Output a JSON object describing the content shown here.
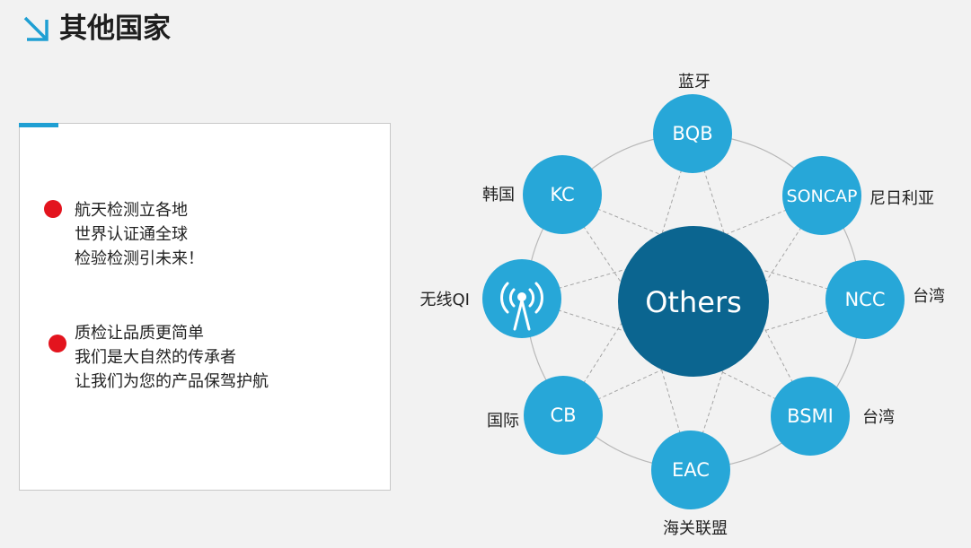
{
  "header": {
    "title": "其他国家",
    "icon": "arrow-down-right-icon",
    "accent_color": "#1f9fd3"
  },
  "text_card": {
    "bullet_color": "#e3141e",
    "groups": [
      {
        "lines": [
          "航天检测立各地",
          "世界认证通全球",
          "检验检测引未来！"
        ]
      },
      {
        "lines": [
          "质检让品质更简单",
          "我们是大自然的传承者",
          "让我们为您的产品保驾护航"
        ]
      }
    ]
  },
  "diagram": {
    "center": {
      "label": "Others",
      "color": "#0b6590"
    },
    "node_color": "#27a7d8",
    "nodes": [
      {
        "label": "BQB",
        "caption": "蓝牙"
      },
      {
        "label": "SONCAP",
        "caption": "尼日利亚"
      },
      {
        "label": "NCC",
        "caption": "台湾"
      },
      {
        "label": "BSMI",
        "caption": "台湾"
      },
      {
        "label": "EAC",
        "caption": "海关联盟"
      },
      {
        "label": "CB",
        "caption": "国际"
      },
      {
        "label": "",
        "caption": "无线QI",
        "icon": "wireless-antenna-icon"
      },
      {
        "label": "KC",
        "caption": "韩国"
      }
    ]
  }
}
